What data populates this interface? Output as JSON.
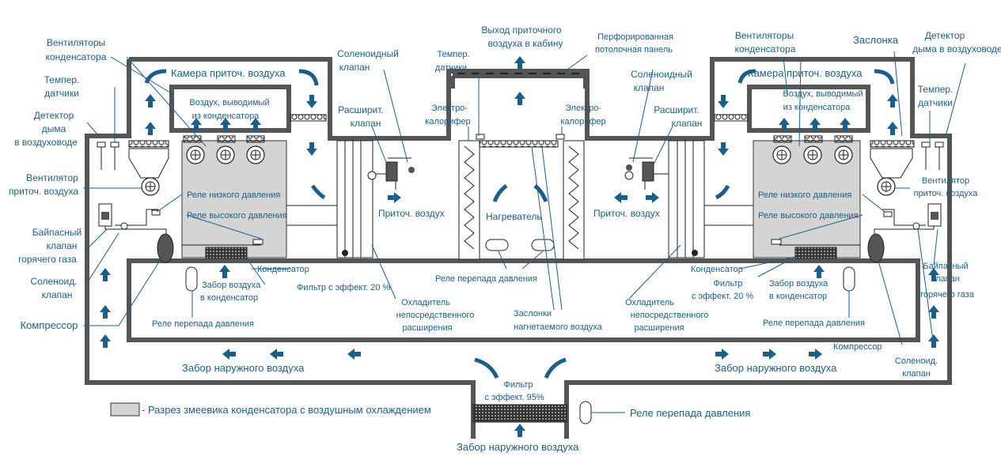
{
  "colors": {
    "label": "#1a5f8a",
    "wall": "#555555",
    "coil": "#d4d4d4"
  },
  "labels": {
    "cond_fans_l": [
      "Вентиляторы",
      "конденсатора"
    ],
    "cond_fans_r": [
      "Вентиляторы",
      "конденсатора"
    ],
    "temp_sensors_l": [
      "Темпер.",
      "датчики"
    ],
    "temp_sensors_r": [
      "Темпер.",
      "датчики"
    ],
    "smoke_l": [
      "Детектор",
      "дыма",
      "в воздуховоде"
    ],
    "smoke_r": [
      "Детектор",
      "дыма в воздуховоде"
    ],
    "supply_fan_l": [
      "Вентилятор",
      "приточ. воздуха"
    ],
    "supply_fan_r": [
      "Вентилятор",
      "приточ. воздуха"
    ],
    "bypass_l": [
      "Байпасный",
      "клапан",
      "горячего газа"
    ],
    "bypass_r": [
      "Байпасный",
      "клапан",
      "горячего газа"
    ],
    "solenoid_valve_l": [
      "Соленоид.",
      "клапан"
    ],
    "solenoid_valve_r": [
      "Соленоид.",
      "клапан"
    ],
    "compressor_l": "Компрессор",
    "compressor_r": "Компрессор",
    "plenum_l": "Камера приточ. воздуха",
    "plenum_r": "Камера приточ. воздуха",
    "cond_exhaust_l": [
      "Воздух, выводимый",
      "из конденсатора"
    ],
    "cond_exhaust_r": [
      "Воздух, выводимый",
      "из конденсатора"
    ],
    "low_pressure_l": "Реле низкого давления",
    "low_pressure_r": "Реле низкого давления",
    "high_pressure_l": "Реле высокого давления",
    "high_pressure_r": "Реле высокого давления",
    "condenser_l": "Конденсатор",
    "condenser_r": "Конденсатор",
    "cond_intake_l": [
      "Забор воздуха",
      "в конденсатор"
    ],
    "cond_intake_r": [
      "Забор воздуха",
      "в конденсатор"
    ],
    "filter20_l": "Фильтр с эффект. 20 %",
    "filter20_r": [
      "Фильтр",
      "с эффект. 20 %"
    ],
    "dp_relay_l": "Реле перепада давления",
    "dp_relay_r": "Реле перепада давления",
    "dp_relay_center": "Реле перепада давления",
    "dp_relay_bottom": "Реле перепада давления",
    "solenoid_top_l": [
      "Соленоидный",
      "клапан"
    ],
    "solenoid_top_r": [
      "Соленоидный",
      "клапан"
    ],
    "exp_valve_l": [
      "Расширит.",
      "клапан"
    ],
    "exp_valve_r": [
      "Расширит.",
      "клапан"
    ],
    "evaporator_l": [
      "Охладитель",
      "непосредственного",
      "расширения"
    ],
    "evaporator_r": [
      "Охладитель",
      "непосредственного",
      "расширения"
    ],
    "supply_air_l": "Приточ. воздух",
    "supply_air_r": "Приточ. воздух",
    "heater_l": [
      "Электро-",
      "калорифер"
    ],
    "heater_r": [
      "Электро-",
      "калорифер"
    ],
    "heater_center": "Нагреватель",
    "temp_center": [
      "Темпер.",
      "датчики"
    ],
    "cabin_outlet": [
      "Выход приточного",
      "воздуха в кабину"
    ],
    "perforated": [
      "Перфорированная",
      "потолочная панель"
    ],
    "dampers": [
      "Заслонки",
      "нагнетаемого воздуха"
    ],
    "damper_r": "Заслонка",
    "outside_intake_l": "Забор наружного воздуха",
    "outside_intake_r": "Забор наружного воздуха",
    "outside_intake_bottom": "Забор наружного воздуха",
    "filter95": [
      "Фильтр",
      "с эффект. 95%"
    ],
    "legend": "- Разрез змеевика конденсатора с воздушным охлаждением"
  }
}
